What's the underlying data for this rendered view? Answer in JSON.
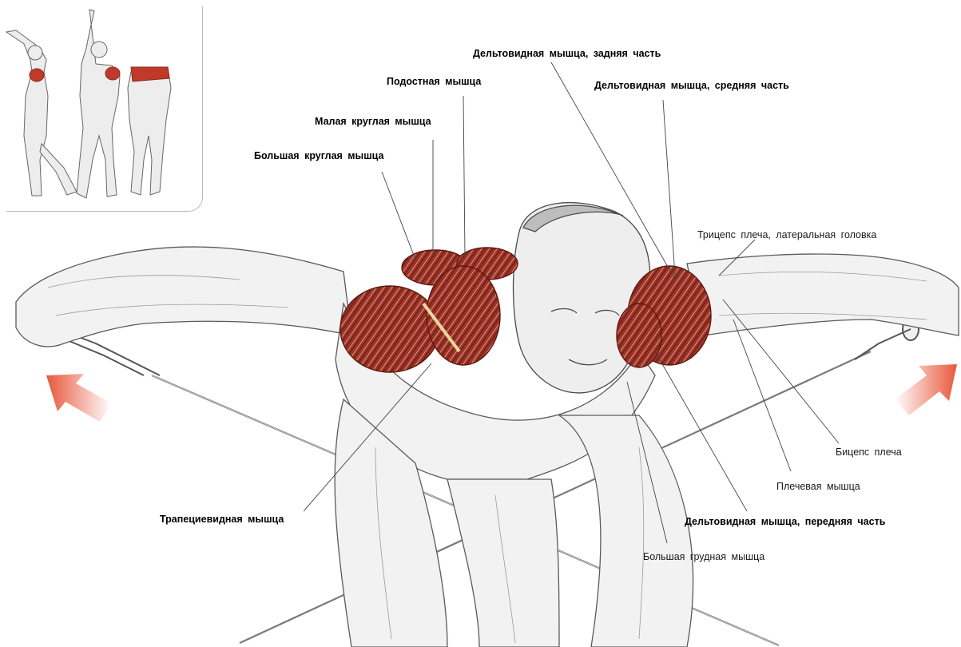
{
  "labels": {
    "deltoid_posterior": "Дельтовидная мышца, задняя часть",
    "infraspinatus": "Подостная мышца",
    "deltoid_middle": "Дельтовидная мышца, средняя часть",
    "teres_minor": "Малая круглая мышца",
    "teres_major": "Большая круглая мышца",
    "triceps_lateral": "Трицепс плеча, латеральная головка",
    "biceps": "Бицепс плеча",
    "brachialis": "Плечевая мышца",
    "trapezius": "Трапециевидная мышца",
    "deltoid_anterior": "Дельтовидная мышца, передняя часть",
    "pectoralis_major": "Большая грудная мышца"
  },
  "colors": {
    "muscle_highlight": "#a8392c",
    "muscle_dark": "#6e1f16",
    "arrow": "#e8573a",
    "skin_shade": "#cfcfcf",
    "outline": "#555555",
    "leader_line": "#444444",
    "cable": "#777777"
  }
}
